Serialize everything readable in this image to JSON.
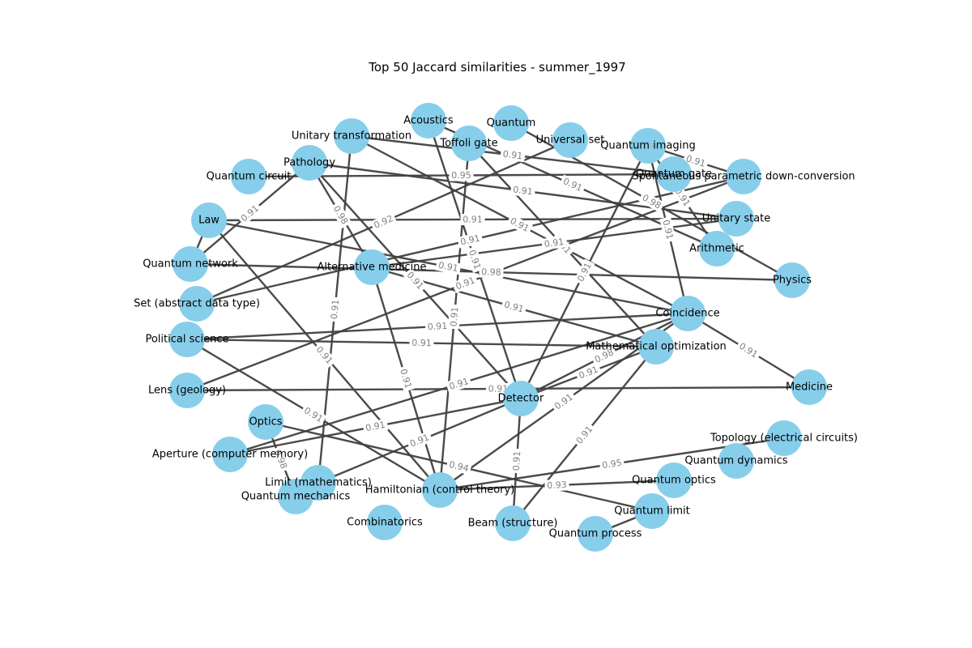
{
  "title": "Top 50 Jaccard similarities - summer_1997",
  "colors": {
    "node_fill": "#87ceeb",
    "edge": "#404040",
    "edge_label_text": "#808080",
    "edge_label_bg": "#ffffff",
    "text": "#000000",
    "background": "#ffffff"
  },
  "nodes": [
    {
      "id": "acoustics",
      "label": "Acoustics"
    },
    {
      "id": "quantum",
      "label": "Quantum"
    },
    {
      "id": "unitary-transformation",
      "label": "Unitary transformation"
    },
    {
      "id": "toffoli-gate",
      "label": "Toffoli gate"
    },
    {
      "id": "universal-set",
      "label": "Universal set"
    },
    {
      "id": "quantum-imaging",
      "label": "Quantum imaging"
    },
    {
      "id": "pathology",
      "label": "Pathology"
    },
    {
      "id": "quantum-circuit",
      "label": "Quantum circuit"
    },
    {
      "id": "quantum-gate",
      "label": "Quantum gate"
    },
    {
      "id": "spdc",
      "label": "Spontaneous parametric down-conversion"
    },
    {
      "id": "law",
      "label": "Law"
    },
    {
      "id": "unitary-state",
      "label": "Unitary state"
    },
    {
      "id": "arithmetic",
      "label": "Arithmetic"
    },
    {
      "id": "quantum-network",
      "label": "Quantum network"
    },
    {
      "id": "alternative-medicine",
      "label": "Alternative medicine"
    },
    {
      "id": "physics",
      "label": "Physics"
    },
    {
      "id": "set-adt",
      "label": "Set (abstract data type)"
    },
    {
      "id": "coincidence",
      "label": "Coincidence"
    },
    {
      "id": "political-science",
      "label": "Political science"
    },
    {
      "id": "mathematical-optimization",
      "label": "Mathematical optimization"
    },
    {
      "id": "lens-geology",
      "label": "Lens (geology)"
    },
    {
      "id": "detector",
      "label": "Detector"
    },
    {
      "id": "medicine",
      "label": "Medicine"
    },
    {
      "id": "optics",
      "label": "Optics"
    },
    {
      "id": "aperture",
      "label": "Aperture (computer memory)"
    },
    {
      "id": "topology-ec",
      "label": "Topology (electrical circuits)"
    },
    {
      "id": "quantum-dynamics",
      "label": "Quantum dynamics"
    },
    {
      "id": "limit-math",
      "label": "Limit (mathematics)"
    },
    {
      "id": "quantum-optics",
      "label": "Quantum optics"
    },
    {
      "id": "hamiltonian-ct",
      "label": "Hamiltonian (control theory)"
    },
    {
      "id": "quantum-mechanics",
      "label": "Quantum mechanics"
    },
    {
      "id": "quantum-limit",
      "label": "Quantum limit"
    },
    {
      "id": "combinatorics",
      "label": "Combinatorics"
    },
    {
      "id": "beam-structure",
      "label": "Beam (structure)"
    },
    {
      "id": "quantum-process",
      "label": "Quantum process"
    }
  ],
  "edges": [
    {
      "source": "quantum-imaging",
      "target": "spdc",
      "weight": "0.91"
    },
    {
      "source": "quantum-imaging",
      "target": "arithmetic",
      "weight": "0.91"
    },
    {
      "source": "quantum-imaging",
      "target": "coincidence",
      "weight": "0.91"
    },
    {
      "source": "quantum-imaging",
      "target": "detector",
      "weight": "0.91"
    },
    {
      "source": "quantum",
      "target": "physics",
      "weight": "0.98"
    },
    {
      "source": "acoustics",
      "target": "arithmetic",
      "weight": "0.91"
    },
    {
      "source": "acoustics",
      "target": "detector",
      "weight": "0.91"
    },
    {
      "source": "unitary-transformation",
      "target": "coincidence",
      "weight": "0.91"
    },
    {
      "source": "unitary-transformation",
      "target": "quantum-gate",
      "weight": "0.91"
    },
    {
      "source": "unitary-transformation",
      "target": "limit-math",
      "weight": "0.91"
    },
    {
      "source": "toffoli-gate",
      "target": "mathematical-optimization",
      "weight": "0.91"
    },
    {
      "source": "toffoli-gate",
      "target": "hamiltonian-ct",
      "weight": "0.91"
    },
    {
      "source": "universal-set",
      "target": "set-adt",
      "weight": "0.92"
    },
    {
      "source": "pathology",
      "target": "alternative-medicine",
      "weight": "0.98"
    },
    {
      "source": "pathology",
      "target": "quantum-network",
      "weight": "0.91"
    },
    {
      "source": "pathology",
      "target": "unitary-state",
      "weight": "0.91"
    },
    {
      "source": "pathology",
      "target": "detector",
      "weight": "0.91"
    },
    {
      "source": "quantum-circuit",
      "target": "quantum-gate",
      "weight": "0.95"
    },
    {
      "source": "law",
      "target": "unitary-state",
      "weight": "0.91"
    },
    {
      "source": "law",
      "target": "coincidence",
      "weight": "0.91"
    },
    {
      "source": "law",
      "target": "hamiltonian-ct",
      "weight": "0.91"
    },
    {
      "source": "quantum-network",
      "target": "physics",
      "weight": "0.98"
    },
    {
      "source": "alternative-medicine",
      "target": "mathematical-optimization",
      "weight": "0.91"
    },
    {
      "source": "alternative-medicine",
      "target": "unitary-state",
      "weight": "0.91"
    },
    {
      "source": "alternative-medicine",
      "target": "hamiltonian-ct",
      "weight": "0.91"
    },
    {
      "source": "set-adt",
      "target": "spdc",
      "weight": "0.91"
    },
    {
      "source": "political-science",
      "target": "mathematical-optimization",
      "weight": "0.91"
    },
    {
      "source": "political-science",
      "target": "hamiltonian-ct",
      "weight": "0.91"
    },
    {
      "source": "political-science",
      "target": "coincidence",
      "weight": "0.91"
    },
    {
      "source": "lens-geology",
      "target": "medicine",
      "weight": "0.91"
    },
    {
      "source": "lens-geology",
      "target": "spdc",
      "weight": "0.91"
    },
    {
      "source": "coincidence",
      "target": "medicine",
      "weight": "0.91"
    },
    {
      "source": "coincidence",
      "target": "detector",
      "weight": "0.98"
    },
    {
      "source": "coincidence",
      "target": "hamiltonian-ct",
      "weight": "0.91"
    },
    {
      "source": "mathematical-optimization",
      "target": "detector",
      "weight": "0.91"
    },
    {
      "source": "mathematical-optimization",
      "target": "beam-structure",
      "weight": "0.91"
    },
    {
      "source": "optics",
      "target": "quantum-mechanics",
      "weight": "0.98"
    },
    {
      "source": "optics",
      "target": "quantum-limit",
      "weight": "0.94"
    },
    {
      "source": "aperture",
      "target": "detector",
      "weight": "0.91"
    },
    {
      "source": "aperture",
      "target": "coincidence",
      "weight": "0.91"
    },
    {
      "source": "detector",
      "target": "beam-structure",
      "weight": "0.91"
    },
    {
      "source": "detector",
      "target": "limit-math",
      "weight": "0.91"
    },
    {
      "source": "topology-ec",
      "target": "hamiltonian-ct",
      "weight": "0.95"
    },
    {
      "source": "quantum-optics",
      "target": "hamiltonian-ct",
      "weight": "0.93"
    },
    {
      "source": "quantum-limit",
      "target": "quantum-process",
      "weight": ""
    },
    {
      "source": "quantum-network",
      "target": "law",
      "weight": ""
    }
  ]
}
